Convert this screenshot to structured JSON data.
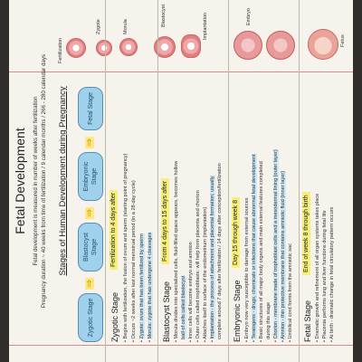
{
  "title": "Fetal Development",
  "intro": {
    "line1": "Fetal development is measured in number of weeks after fertilization",
    "line2": "Pregnancy duration ~ 40 weeks from time of fertilization / 9 calendar months / 266 - 280 calendar days"
  },
  "stages_heading": "Stages of Human Development during Pregnancy",
  "diagram": {
    "stages": [
      "Zygotic Stage",
      "Blastocyst Stage",
      "Embryonic Stage",
      "Fetal Stage"
    ],
    "labels": {
      "fertilization": "Fertilization",
      "zygote": "Zygote",
      "morula": "Morula",
      "blastocyst": "Blastocyst",
      "implantation": "Implantation",
      "embryo": "Embryo",
      "fetus": "Fetus"
    }
  },
  "sections": [
    {
      "heading": "Zygotic Stage",
      "tag": "Fertilization to 4 days after",
      "bullets": [
        "Begins with fertilization, the fusion of ovum and sperm (starting point of pregnancy)",
        "Occurs ~2 weeks after last normal menstrual period (in a 28-day cycle)",
        "Zygote: ovum that has been fertilized by sperm",
        "Morula: zygote that has undergone 4 cleavages"
      ]
    },
    {
      "heading": "Blastocyst Stage",
      "tag": "From 4 days to 15 days after",
      "bullets": [
        "Morula divides into specialized cells, fluid-filled space appears, becomes hollow",
        "ball of cells called blastocyst",
        "Inner cells will become embryo and amnion",
        "Outer cells called trophoblasts: will help form placenta and chorion",
        "Attaches itself to surface of the endometrium (implantation)",
        "Implantation - the process of attachment and placental formation; usually",
        "complete around 7 days after fertilization / 14 days after conception/fertilization"
      ]
    },
    {
      "heading": "Embryonic Stage",
      "tag": "Day 15 through week 8",
      "bullets": [
        "Embryo now very susceptible to damage from external sources",
        "Teratogens - drugs, chemicals or infections that cause abnormal fetal development",
        "Basic structures of all major body organs and main external features completed",
        "during this stage",
        "Chorion - membrane made of trophoblast cells and a mesodermal lining (outer layer)",
        "Amnion - thin protective membrane that contains amniotic fluid (inner layer)",
        "Umbilical cord forms from the amniotic sac"
      ]
    },
    {
      "heading": "Fetal Stage",
      "tag": "End of week 8 through birth",
      "bullets": [
        "Dramatic growth and refinement of all organ systems takes place",
        "Placenta performs lung and liver functions during fetal life",
        "At birth - dramatic change in fetal circulatory pattern occurs"
      ]
    }
  ],
  "colors": {
    "stage_blob": "#9fd0ec",
    "highlight_yellow": "#f7ef7a",
    "highlight_blue": "#cfe8f6",
    "cell_pink": "#e07f7f",
    "paper": "#f6f3ed"
  }
}
